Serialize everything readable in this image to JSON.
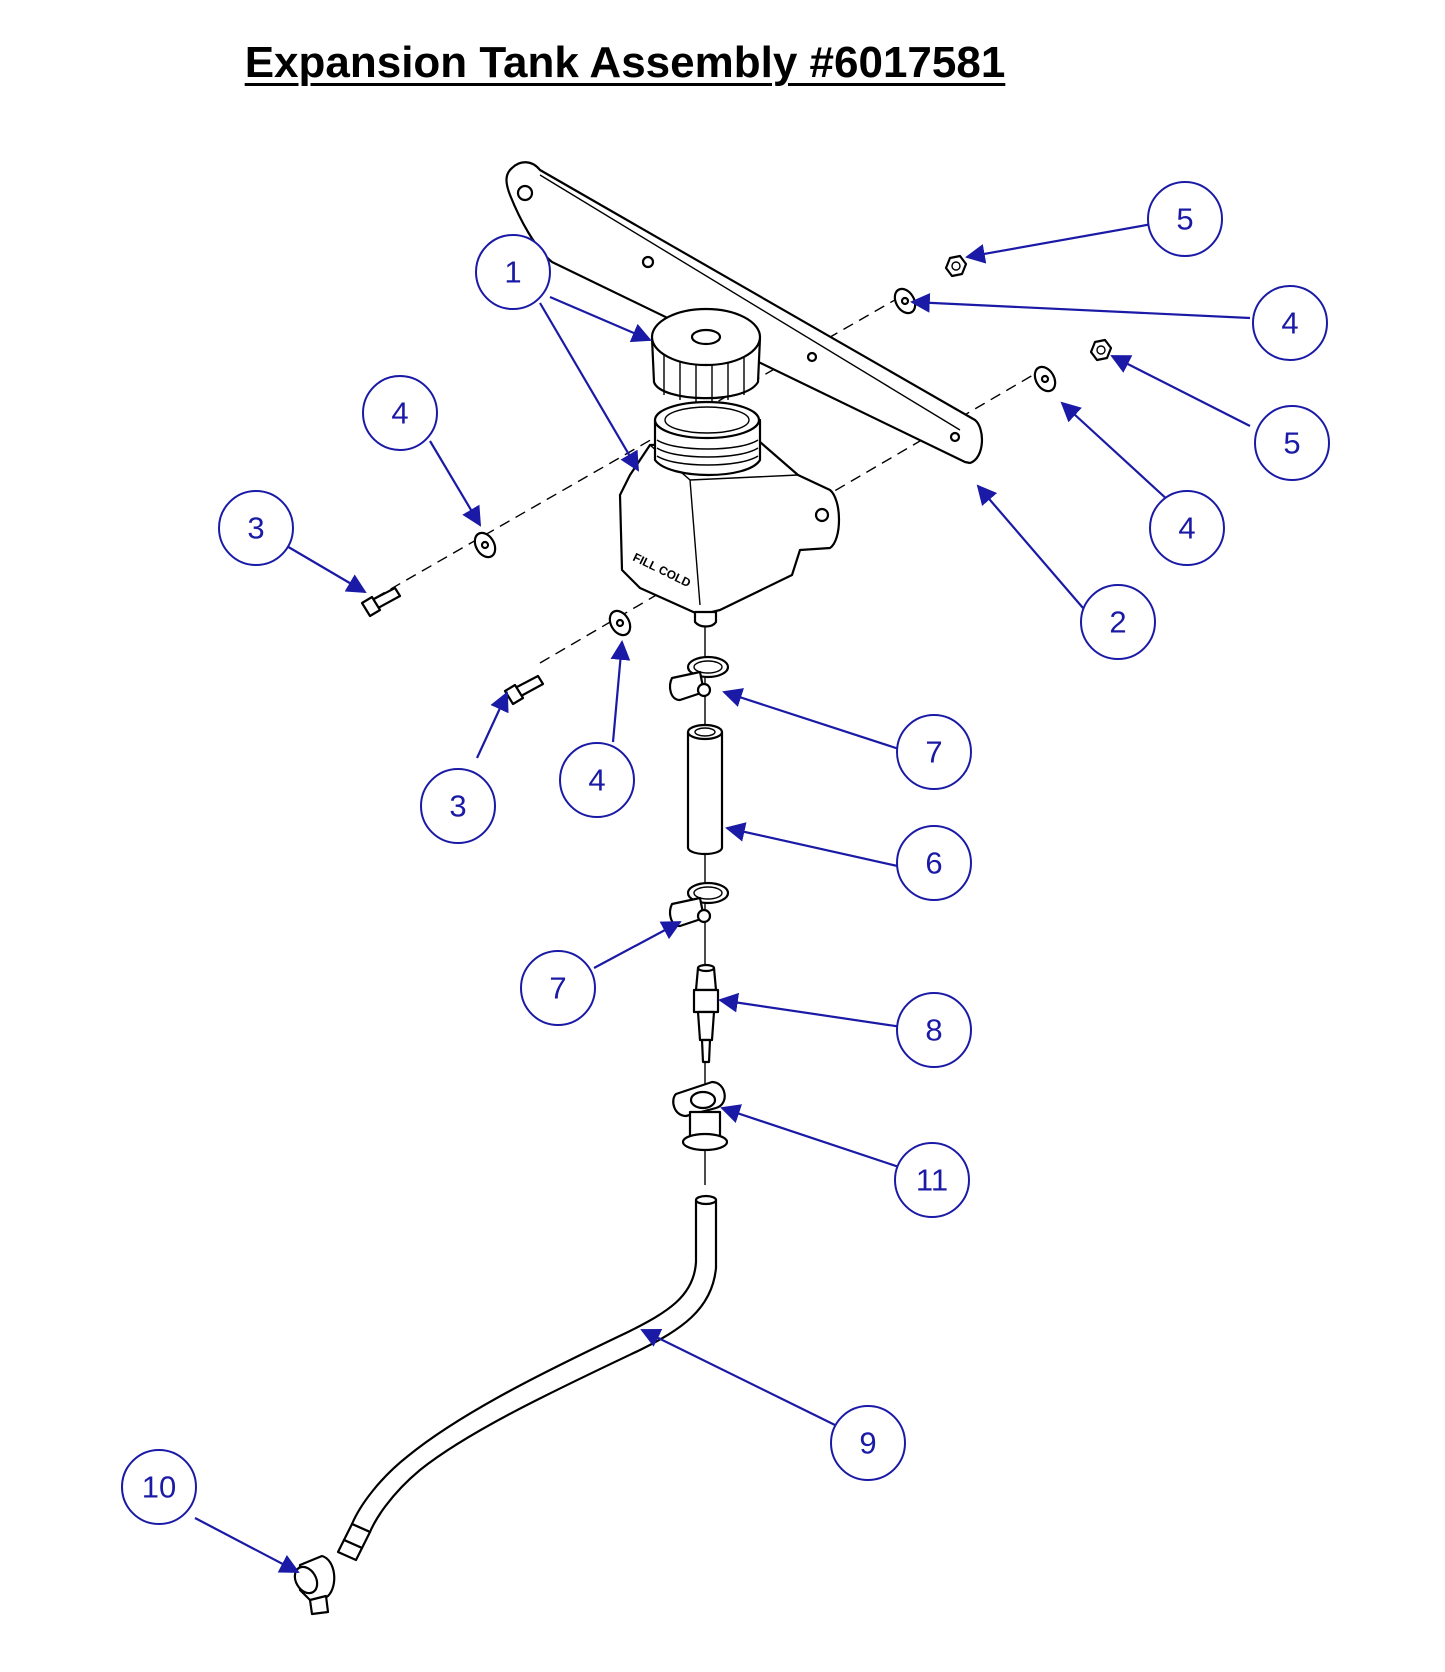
{
  "title": "Expansion Tank Assembly #6017581",
  "tank_brand_text": "FILL COLD",
  "colors": {
    "callout": "#1a1aa6",
    "line": "#000000",
    "background": "#ffffff"
  },
  "callouts": [
    {
      "id": "c1",
      "label": "1"
    },
    {
      "id": "c2",
      "label": "2"
    },
    {
      "id": "c3a",
      "label": "3"
    },
    {
      "id": "c3b",
      "label": "3"
    },
    {
      "id": "c4a",
      "label": "4"
    },
    {
      "id": "c4b",
      "label": "4"
    },
    {
      "id": "c4c",
      "label": "4"
    },
    {
      "id": "c4d",
      "label": "4"
    },
    {
      "id": "c5a",
      "label": "5"
    },
    {
      "id": "c5b",
      "label": "5"
    },
    {
      "id": "c6",
      "label": "6"
    },
    {
      "id": "c7a",
      "label": "7"
    },
    {
      "id": "c7b",
      "label": "7"
    },
    {
      "id": "c8",
      "label": "8"
    },
    {
      "id": "c9",
      "label": "9"
    },
    {
      "id": "c10",
      "label": "10"
    },
    {
      "id": "c11",
      "label": "11"
    }
  ]
}
